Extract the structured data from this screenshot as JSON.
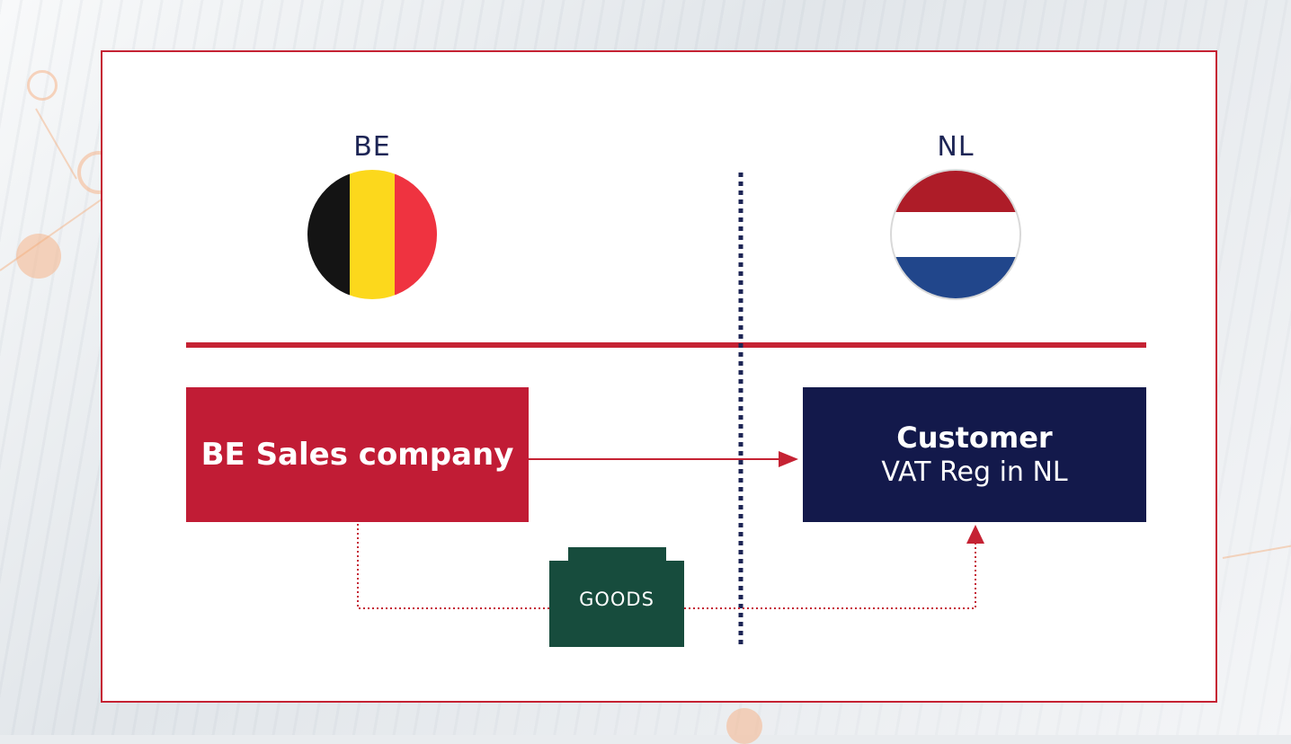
{
  "diagram": {
    "left_country": {
      "code": "BE",
      "flag_colors": [
        "#141414",
        "#fcd81c",
        "#ef3340"
      ]
    },
    "right_country": {
      "code": "NL",
      "flag_colors": [
        "#ae1c28",
        "#ffffff",
        "#21468b"
      ]
    },
    "seller": {
      "label": "BE Sales company",
      "color": "#c11c35"
    },
    "customer": {
      "title": "Customer",
      "subtitle": "VAT Reg in NL",
      "color": "#13194b"
    },
    "goods": {
      "label": "GOODS",
      "color": "#174c3d"
    },
    "colors": {
      "accent": "#c52233",
      "border_line": "#1d2555"
    }
  }
}
